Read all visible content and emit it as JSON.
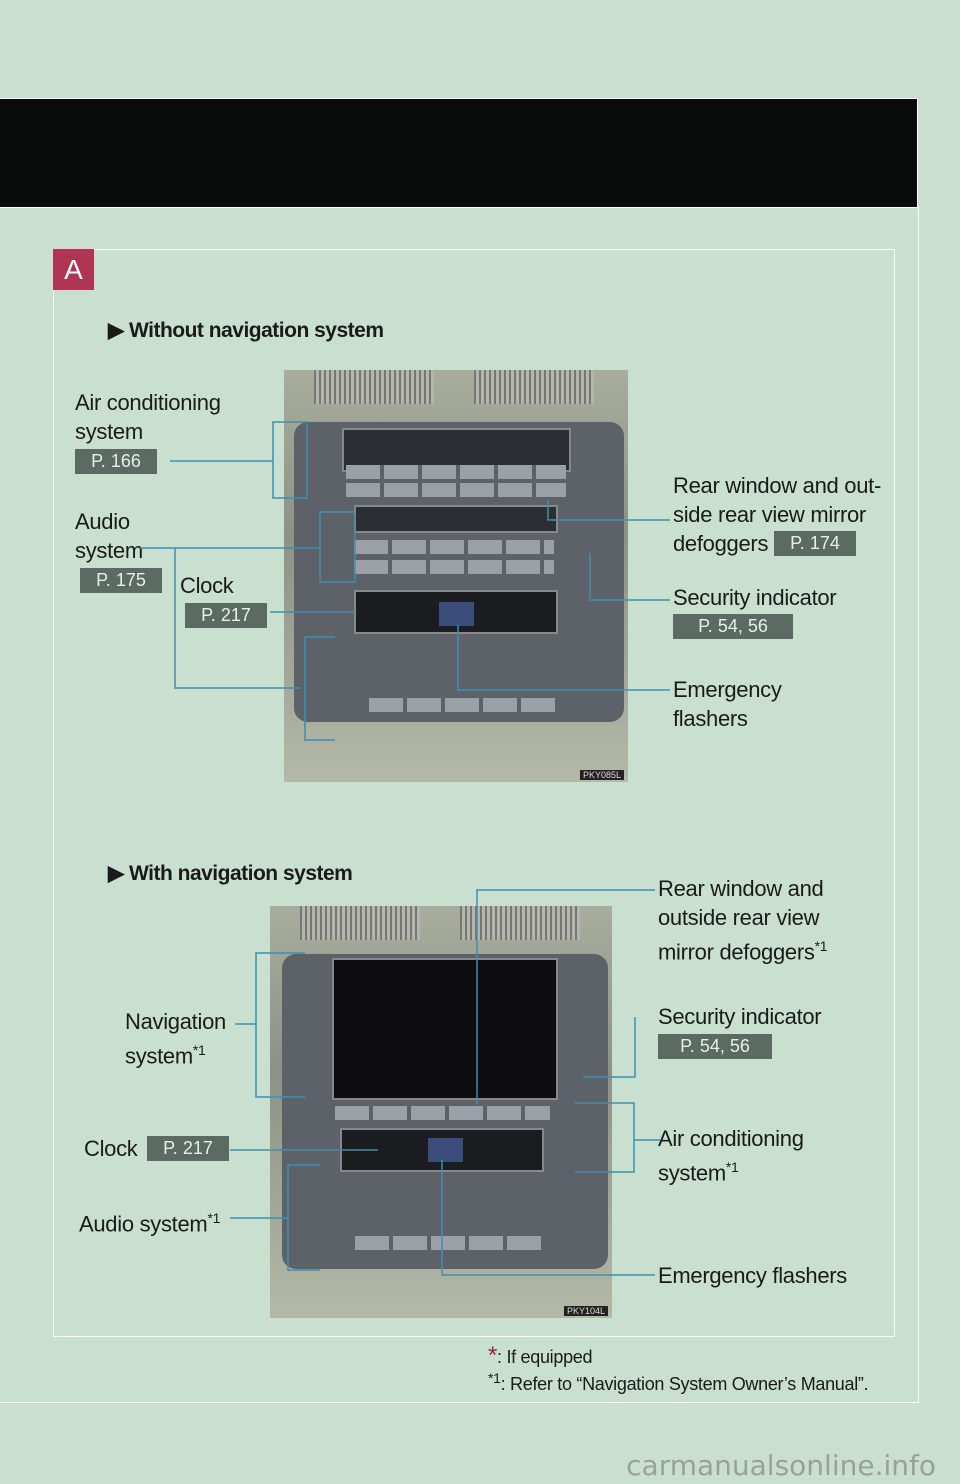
{
  "badge": "A",
  "section1": {
    "title": "Without navigation system",
    "labels": {
      "ac": "Air conditioning system",
      "ac_ref": "P. 166",
      "audio": "Audio system",
      "audio_ref": "P. 175",
      "clock": "Clock",
      "clock_ref": "P. 217",
      "rear": "Rear window and out-side rear view mirror defoggers",
      "rear_ref": "P. 174",
      "security": "Security indicator",
      "security_ref": "P. 54, 56",
      "emergency": "Emergency flashers"
    },
    "image_code": "PKY085L"
  },
  "section2": {
    "title": "With navigation system",
    "labels": {
      "rear": "Rear window and outside rear view mirror defoggers",
      "rear_mark": "*1",
      "security": "Security indicator",
      "security_ref": "P. 54, 56",
      "nav": "Navigation system",
      "nav_mark": "*1",
      "ac": "Air conditioning system",
      "ac_mark": "*1",
      "clock": "Clock",
      "clock_ref": "P. 217",
      "audio": "Audio system",
      "audio_mark": "*1",
      "emergency": "Emergency flashers"
    },
    "image_code": "PKY104L"
  },
  "footnotes": {
    "star": "*",
    "star_text": ": If equipped",
    "star1": "*1",
    "star1_text": ": Refer to “Navigation System Owner’s Manual”."
  },
  "watermark": "carmanualsonline.info",
  "colors": {
    "background": "#c9e0d1",
    "badge": "#b03453",
    "leader": "#3d8fb0",
    "ref_box": "#5c6a64"
  }
}
